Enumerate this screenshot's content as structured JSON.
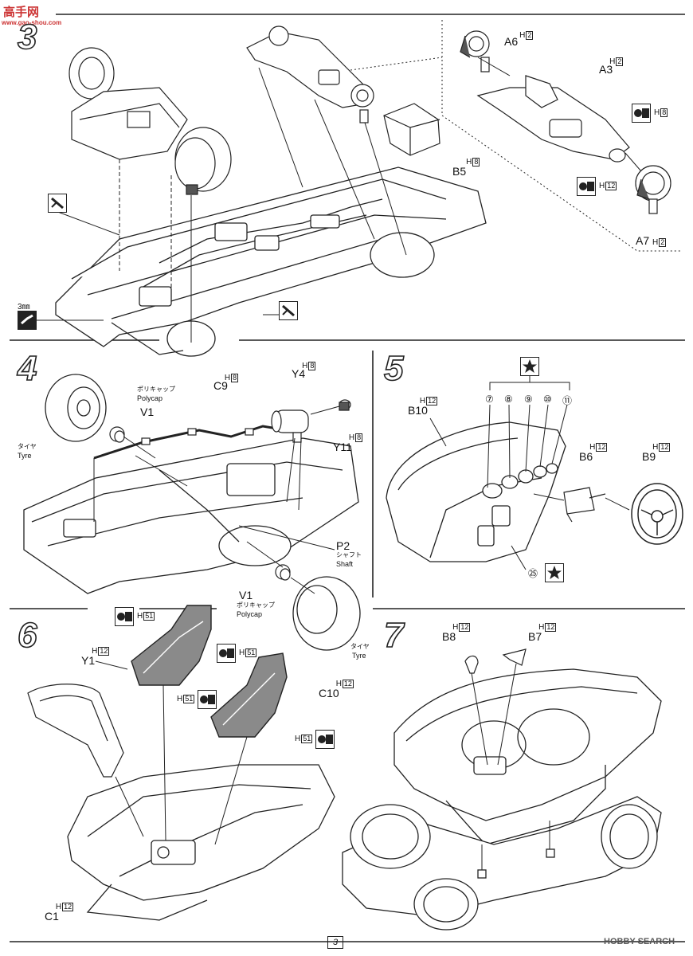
{
  "watermark": {
    "line1": "高手网",
    "line2": "www.gao-shou.com"
  },
  "steps": {
    "s3": {
      "number": "3",
      "parts": [
        {
          "code": "A6",
          "runner": "H",
          "runner_num": "2"
        },
        {
          "code": "A3",
          "runner": "H",
          "runner_num": "2"
        },
        {
          "code": "B5",
          "runner": "H",
          "runner_num": "8"
        },
        {
          "code": "A7",
          "runner": "H",
          "runner_num": "2"
        }
      ],
      "color_callouts": [
        {
          "runner": "H",
          "num": "8"
        },
        {
          "runner": "H",
          "num": "12"
        }
      ],
      "drill_label": "3㎜"
    },
    "s4": {
      "number": "4",
      "parts": [
        {
          "code": "C9",
          "runner": "H",
          "runner_num": "8"
        },
        {
          "code": "Y4",
          "runner": "H",
          "runner_num": "8"
        },
        {
          "code": "Y11",
          "runner": "H",
          "runner_num": "8"
        }
      ],
      "v1_top": {
        "jp": "ポリキャップ",
        "en": "Polycap",
        "code": "V1"
      },
      "tyre_left": {
        "jp": "タイヤ",
        "en": "Tyre"
      },
      "p2": {
        "code": "P2",
        "jp": "シャフト",
        "en": "Shaft"
      },
      "v1_bottom": {
        "jp": "ポリキャップ",
        "en": "Polycap",
        "code": "V1"
      },
      "tyre_right": {
        "jp": "タイヤ",
        "en": "Tyre"
      }
    },
    "s5": {
      "number": "5",
      "parts": [
        {
          "code": "B10",
          "runner": "H",
          "runner_num": "12"
        },
        {
          "code": "B6",
          "runner": "H",
          "runner_num": "12"
        },
        {
          "code": "B9",
          "runner": "H",
          "runner_num": "12"
        }
      ],
      "decals": [
        "⑦",
        "⑧",
        "⑨",
        "⑩",
        "⑪"
      ],
      "decal_25": "㉕"
    },
    "s6": {
      "number": "6",
      "parts": [
        {
          "code": "Y1",
          "runner": "H",
          "runner_num": "12"
        },
        {
          "code": "C10",
          "runner": "H",
          "runner_num": "12"
        },
        {
          "code": "C1",
          "runner": "H",
          "runner_num": "12"
        }
      ],
      "color_callouts": [
        {
          "runner": "H",
          "num": "51"
        },
        {
          "runner": "H",
          "num": "51"
        },
        {
          "runner": "H",
          "num": "51"
        },
        {
          "runner": "H",
          "num": "51"
        }
      ]
    },
    "s7": {
      "number": "7",
      "parts": [
        {
          "code": "B8",
          "runner": "H",
          "runner_num": "12"
        },
        {
          "code": "B7",
          "runner": "H",
          "runner_num": "12"
        }
      ]
    }
  },
  "footer": {
    "page": "3",
    "logo": "HOBBY SEARCH"
  },
  "colors": {
    "line": "#222222",
    "fill_dark": "#555555",
    "fill_mid": "#8a8a8a",
    "paper": "#ffffff"
  }
}
